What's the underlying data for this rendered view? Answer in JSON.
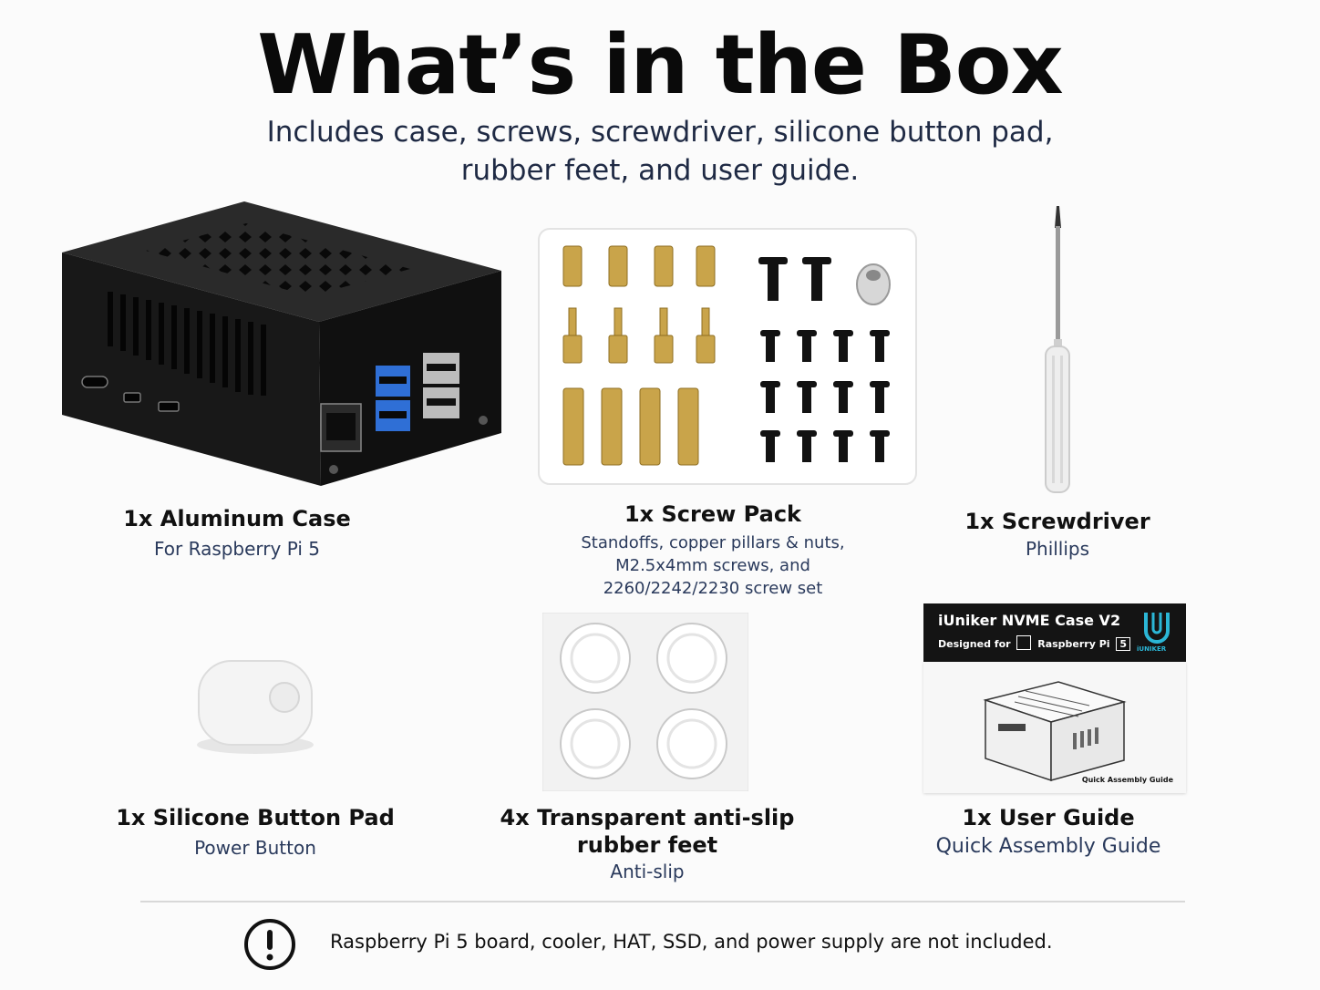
{
  "header": {
    "title": "What’s in the Box",
    "subtitle_line1": "Includes case, screws, screwdriver, silicone button pad,",
    "subtitle_line2": "rubber feet, and user guide."
  },
  "items": [
    {
      "label": "1x  Aluminum Case",
      "desc": [
        "For Raspberry Pi 5"
      ]
    },
    {
      "label": "1x  Screw Pack",
      "desc": [
        "Standoffs, copper pillars & nuts,",
        "M2.5x4mm screws, and",
        "2260/2242/2230 screw set"
      ]
    },
    {
      "label": "1x  Screwdriver",
      "desc": [
        "Phillips"
      ]
    },
    {
      "label": "1x  Silicone Button Pad",
      "desc": [
        "Power Button"
      ]
    },
    {
      "label_line1": "4x  Transparent anti-slip",
      "label_line2": "rubber feet",
      "desc": [
        "Anti-slip"
      ]
    },
    {
      "label": "1x  User Guide",
      "desc": [
        "Quick Assembly Guide"
      ]
    }
  ],
  "guide": {
    "title": "iUniker NVME Case V2",
    "designed_for": "Designed for",
    "brand": "Raspberry Pi",
    "model": "5",
    "logo_text": "iUNIKER",
    "footer": "Quick Assembly Guide"
  },
  "note": {
    "icon": "exclamation-circle-icon",
    "text": "Raspberry Pi 5 board, cooler, HAT, SSD, and power supply are not included."
  },
  "colors": {
    "background": "#fbfbfb",
    "title": "#0a0a0a",
    "subtitle": "#1f2a44",
    "brass": "#c9a44a",
    "case_black": "#151515",
    "usb_blue": "#2f6fd6",
    "logo_cyan": "#2bb6d6"
  }
}
